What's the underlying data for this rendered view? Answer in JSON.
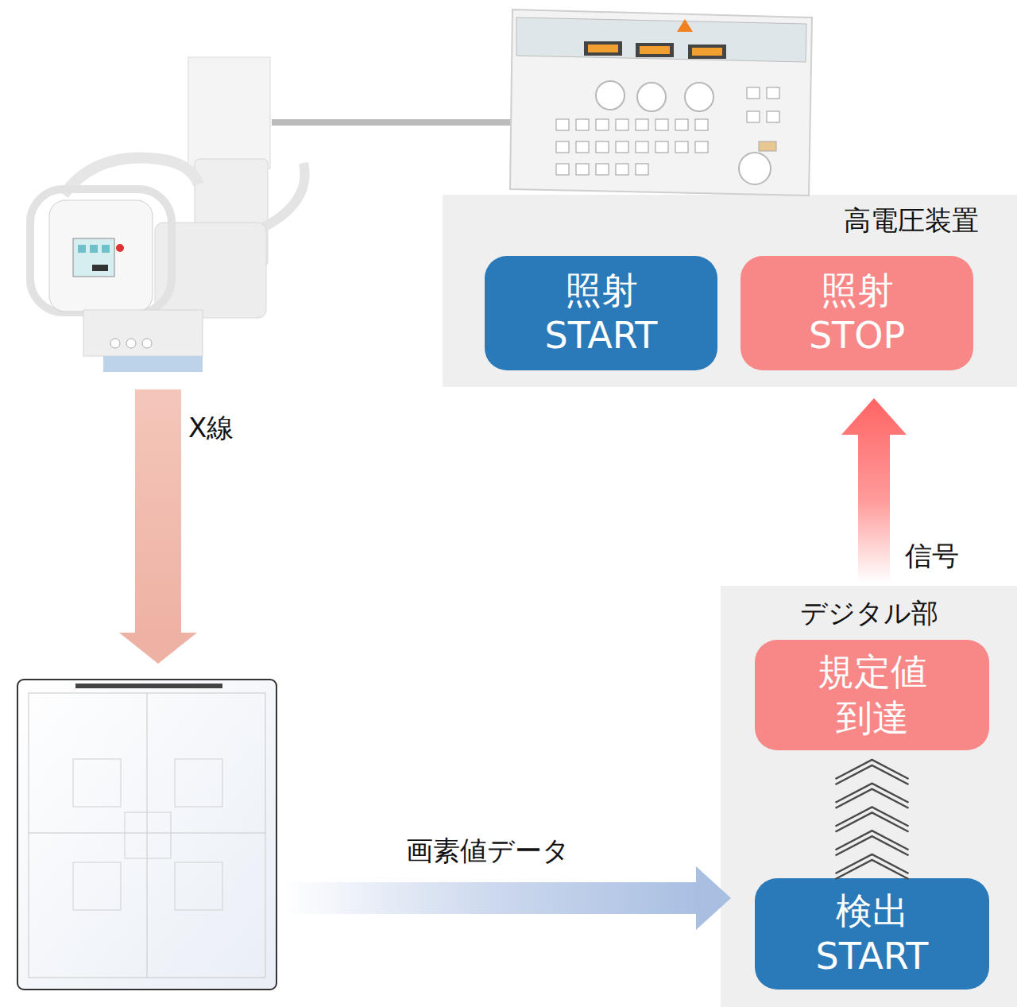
{
  "diagram": {
    "nodes": [
      {
        "text": [
          "高電圧装置"
        ]
      },
      {
        "text": [
          "照射 START"
        ],
        "in": 0
      },
      {
        "text": [
          "照射 STOP"
        ],
        "in": 0
      },
      {
        "text": [
          "デジタル部"
        ]
      },
      {
        "text": [
          "規定値 到達"
        ],
        "in": 3
      },
      {
        "text": [
          "検出 START"
        ],
        "in": 3
      }
    ],
    "edges": [
      {
        "from": 5,
        "to": 4,
        "arrow": "to"
      },
      {
        "from": 3,
        "to": 0,
        "label": "信号",
        "arrow": "to"
      }
    ],
    "labels": [
      "X線",
      "画素値データ"
    ]
  }
}
